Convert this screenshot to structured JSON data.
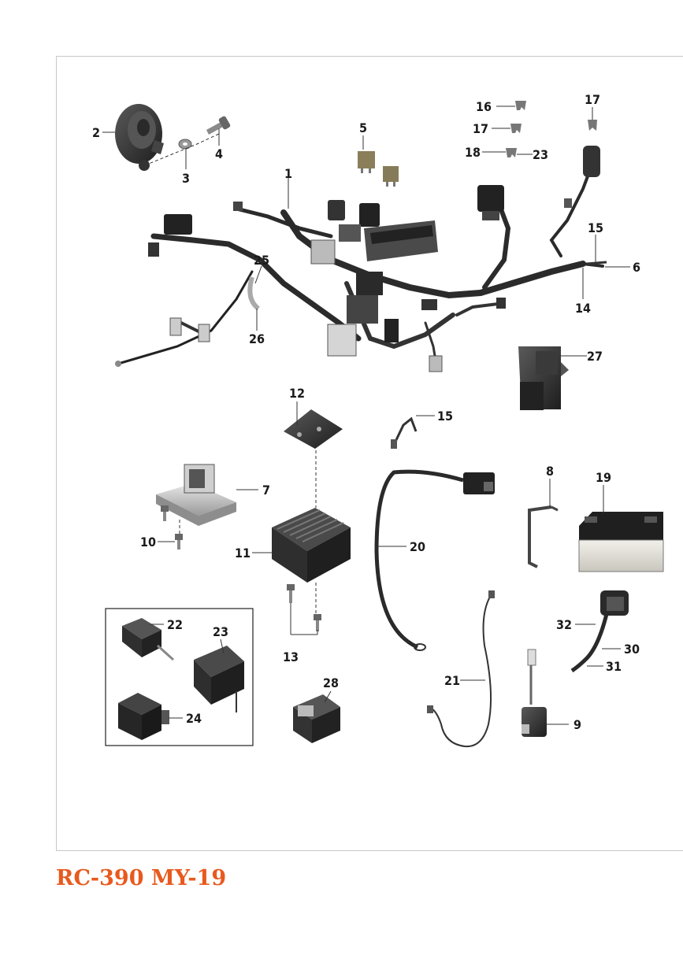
{
  "footer": {
    "model": "RC-390 MY-19"
  },
  "colors": {
    "title": "#e85a1e",
    "part_dark": "#2e2e2e",
    "part_mid": "#6a6a6a",
    "part_light": "#bdbdbd"
  },
  "callouts": {
    "c1": "1",
    "c2": "2",
    "c3": "3",
    "c4": "4",
    "c5": "5",
    "c6": "6",
    "c7": "7",
    "c8": "8",
    "c9": "9",
    "c10": "10",
    "c11": "11",
    "c12": "12",
    "c13": "13",
    "c14": "14",
    "c15a": "15",
    "c15b": "15",
    "c16": "16",
    "c17a": "17",
    "c17b": "17",
    "c18": "18",
    "c19": "19",
    "c20": "20",
    "c21": "21",
    "c22": "22",
    "c23a": "23",
    "c23b": "23",
    "c24": "24",
    "c25": "25",
    "c26": "26",
    "c27": "27",
    "c28": "28",
    "c30": "30",
    "c31": "31",
    "c32": "32"
  }
}
